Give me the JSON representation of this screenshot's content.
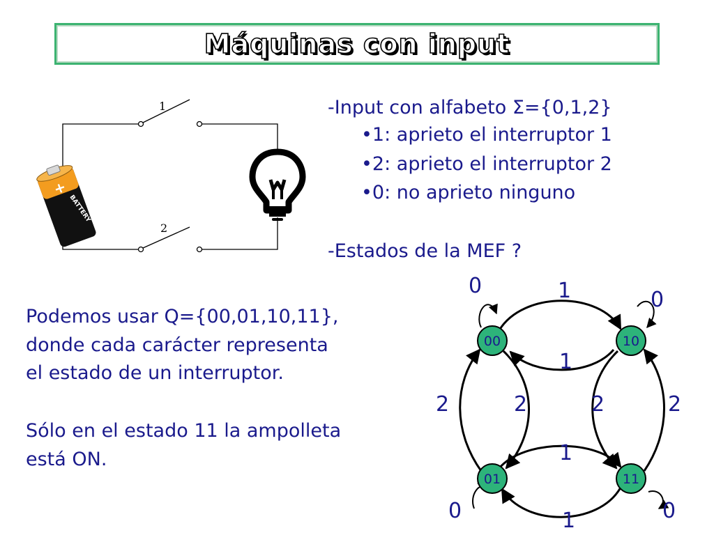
{
  "title": "Máquinas con input",
  "bullets": {
    "input_line": "-Input con alfabeto Σ={0,1,2}",
    "items": [
      "•1: aprieto el interruptor 1",
      "•2: aprieto el interruptor 2",
      "•0: no aprieto ninguno"
    ],
    "states_q": "-Estados de la MEF ?"
  },
  "description": {
    "lines": [
      "Podemos usar Q={00,01,10,11},",
      "donde cada carácter representa",
      "el estado de un interruptor.",
      "",
      "Sólo en el estado 11 la ampolleta",
      "está ON."
    ]
  },
  "circuit": {
    "switch1_label": "1",
    "switch2_label": "2",
    "battery_plus": "+",
    "battery_text": "BATTERY"
  },
  "fsm": {
    "states": [
      "00",
      "10",
      "01",
      "11"
    ],
    "labels": {
      "loop_00": "0",
      "loop_10": "0",
      "loop_01": "0",
      "loop_11": "0",
      "top_outer": "1",
      "top_inner": "1",
      "bottom_inner": "1",
      "bottom_outer": "1",
      "left_outer": "2",
      "left_inner": "2",
      "right_inner": "2",
      "right_outer": "2"
    },
    "node_color": "#2db37a",
    "edge_color": "#000000",
    "label_color": "#1a1a8c"
  }
}
